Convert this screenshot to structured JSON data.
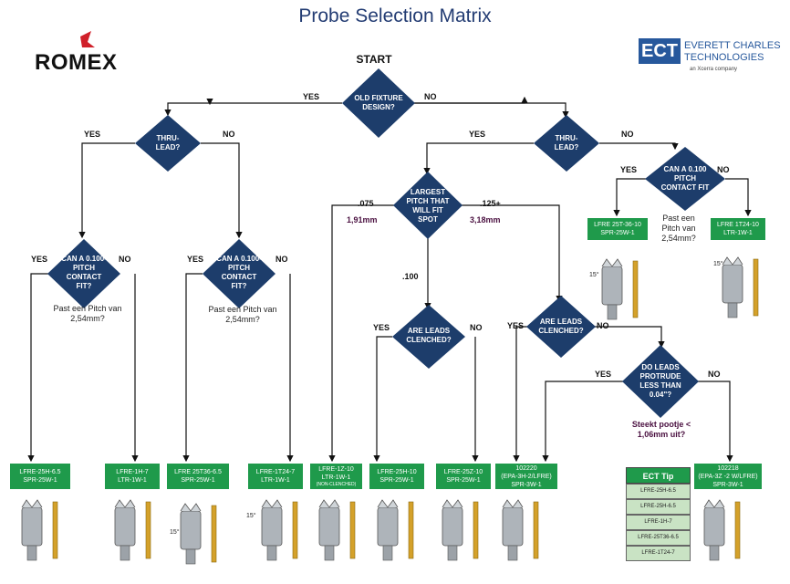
{
  "title": "Probe Selection Matrix",
  "logos": {
    "romex": "ROMEX",
    "ect_mark": "ECT",
    "ect_line1": "EVERETT CHARLES",
    "ect_line2": "TECHNOLOGIES",
    "ect_line3": "an Xcerra company"
  },
  "start": "START",
  "decisions": {
    "d1": "OLD FIXTURE DESIGN?",
    "d2": "THRU-LEAD?",
    "d3": "THRU-LEAD?",
    "d4": "CAN A 0.100 PITCH CONTACT FIT",
    "d5": "CAN A 0.100-PITCH CONTACT FIT?",
    "d6": "CAN A 0.100-PITCH CONTACT FIT?",
    "d7": "LARGEST PITCH THAT WILL FIT SPOT",
    "d8": "ARE LEADS CLENCHED?",
    "d9": "ARE LEADS CLENCHED?",
    "d10": "DO LEADS PROTRUDE LESS THAN 0.04\"?"
  },
  "labels": {
    "yes": "YES",
    "no": "NO",
    "p075": ".075",
    "p100": ".100",
    "p125": ".125+"
  },
  "notes": {
    "pitch_a": "Past een Pitch van 2,54mm?",
    "pitch_b": "Past een Pitch van 2,54mm?",
    "pitch_c": "Past een Pitch van 2,54mm?",
    "mm191": "1,91mm",
    "mm318": "3,18mm",
    "steekt": "Steekt pootje < 1,06mm uit?"
  },
  "angle": "15°",
  "products": {
    "lfre25t3610": {
      "l1": "LFRE 25T-36-10",
      "l2": "SPR-25W-1"
    },
    "lfre1t2410": {
      "l1": "LFRE 1T24-10",
      "l2": "LTR-1W-1"
    },
    "lfre25h65": {
      "l1": "LFRE-25H-6.5",
      "l2": "SPR-25W-1"
    },
    "lfre1h7": {
      "l1": "LFRE-1H-7",
      "l2": "LTR-1W-1"
    },
    "lfre25t3665": {
      "l1": "LFRE 25T36-6.5",
      "l2": "SPR-25W-1"
    },
    "lfre1t247": {
      "l1": "LFRE-1T24-7",
      "l2": "LTR-1W-1"
    },
    "lfre1z10": {
      "l1": "LFRE-1Z-10",
      "l2": "LTR-1W-1",
      "l3": "(NON-CLENCHED)"
    },
    "lfre25h10": {
      "l1": "LFRE-25H-10",
      "l2": "SPR-25W-1"
    },
    "lfre25z10": {
      "l1": "LFRE-25Z-10",
      "l2": "SPR-25W-1"
    },
    "p102220": {
      "l1": "102220",
      "l2": "(EPA-3H-2/LFRE)",
      "l3": "SPR-3W-1"
    },
    "p102218": {
      "l1": "102218",
      "l2": "(EPA-3Z -2 W/LFRE)",
      "l3": "SPR-3W-1"
    }
  },
  "ect_tip": {
    "header": "ECT Tip",
    "rows": [
      "LFRE-25H-6.5",
      "LFRE-25H-6.5",
      "LFRE-1H-7",
      "LFRE-25T36-6.5",
      "LFRE-1T24-7"
    ]
  },
  "colors": {
    "diamond": "#1d3d6b",
    "product": "#1f9a4b",
    "title": "#233c73",
    "note_emphasis": "#4a1040"
  }
}
